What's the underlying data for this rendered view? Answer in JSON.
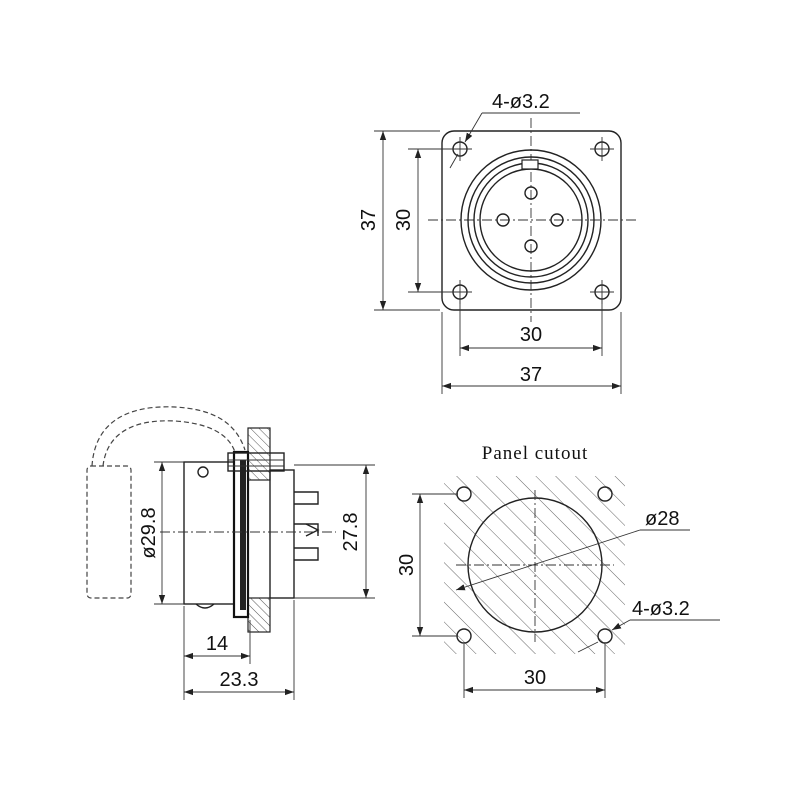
{
  "front_view": {
    "holes_label": "4-ø3.2",
    "height_outer": "37",
    "height_inner": "30",
    "width_inner": "30",
    "width_outer": "37"
  },
  "side_view": {
    "diameter_body": "ø29.8",
    "diameter_rear": "27.8",
    "length_flange": "14",
    "length_total": "23.3"
  },
  "cutout_view": {
    "title": "Panel cutout",
    "diameter_hole": "ø28",
    "holes_label": "4-ø3.2",
    "height": "30",
    "width": "30"
  }
}
